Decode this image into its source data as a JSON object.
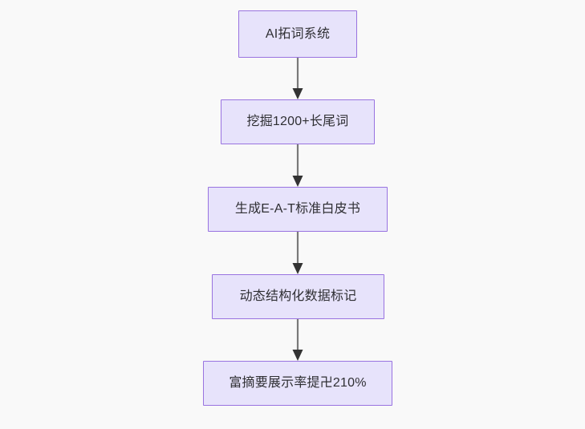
{
  "diagram": {
    "type": "flowchart",
    "direction": "top-to-bottom",
    "background_color": "#f9f9f9",
    "node_fill_color": "#e7e3fb",
    "node_border_color": "#9973e0",
    "node_text_color": "#2f2f33",
    "connector_color": "#7a7a7a",
    "arrowhead_color": "#333333",
    "nodes": [
      {
        "id": "n1",
        "label": "AI拓词系统"
      },
      {
        "id": "n2",
        "label": "挖掘1200+长尾词"
      },
      {
        "id": "n3",
        "label": "生成E-A-T标准白皮书"
      },
      {
        "id": "n4",
        "label": "动态结构化数据标记"
      },
      {
        "id": "n5",
        "label": "富摘要展示率提卍210%"
      }
    ],
    "edges": [
      {
        "from": "n1",
        "to": "n2",
        "label": ""
      },
      {
        "from": "n2",
        "to": "n3",
        "label": ""
      },
      {
        "from": "n3",
        "to": "n4",
        "label": ""
      },
      {
        "from": "n4",
        "to": "n5",
        "label": ""
      }
    ]
  }
}
